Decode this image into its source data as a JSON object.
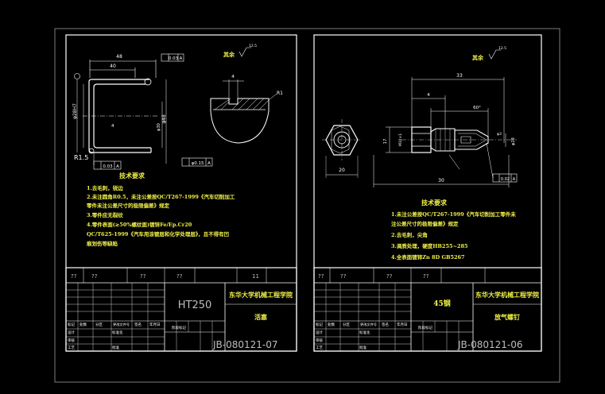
{
  "left_sheet": {
    "top_dims": {
      "overall": "48",
      "inner": "40",
      "tolerance_label": "0.03",
      "datum": "A"
    },
    "part_dims": {
      "dia_left": "φ28H7",
      "dia_right": "φ48",
      "dia_inner": "φ30",
      "thk": "4",
      "radius": "R1.5"
    },
    "bottom_tol": {
      "sym": "0.03",
      "datum": "A"
    },
    "right_tol": {
      "sym": "φ0.15",
      "datum": "A"
    },
    "surface": {
      "label": "其余",
      "value": "12.5"
    },
    "detail": {
      "radius": "R1",
      "dim": "4"
    },
    "tech_req": {
      "title": "技术要求",
      "lines": [
        "1.去毛刺，锐边",
        "2.未注圆角R0.5，未注公差按QC/T267-1999《汽车切削加工",
        "零件未注公差尺寸的极限偏差》规定",
        "3.零件应无裂纹",
        "4.零件表面(≥50%螺纹面)镀锌Fe/Ep.Cr20",
        "QC/T625-1999《汽车用涂镀层和化学处理层》，且不得有凹",
        "痕划伤等缺陷"
      ]
    },
    "title_block": {
      "header_marks": [
        "??",
        "??",
        "??",
        "??",
        "11"
      ],
      "material": "HT250",
      "company": "东华大学机械工程学院",
      "part_name": "活塞",
      "row_labels": [
        "标记",
        "处数",
        "分区",
        "更改文件号",
        "签名",
        "年月日"
      ],
      "role_labels": [
        "设计",
        "标准化",
        "审核",
        "工艺",
        "批准"
      ],
      "stage_label": "阶段标记",
      "drawing_no": "JB-080121-07"
    }
  },
  "right_sheet": {
    "surface": {
      "label": "其余",
      "value": "12.5"
    },
    "dims": {
      "overall": "33",
      "left_w": "20",
      "bottom": "30",
      "hex_h": "17",
      "thread": "M10×1",
      "d1": "4",
      "d2": "φ3",
      "dia": "φ28",
      "angle": "60°"
    },
    "tol": {
      "sym": "0.02",
      "datum": "A"
    },
    "tech_req": {
      "title": "技术要求",
      "lines": [
        "1.未注公差按QC/T267-1999《汽车切削加工零件未",
        "注公差尺寸的极限偏差》规定",
        "2.去毛刺，尖角",
        "3.调质处理，硬度HB255~285",
        "4.全表面镀锌Zn 8D GB5267"
      ]
    },
    "title_block": {
      "header_marks": [
        "??",
        "??",
        "??",
        "??"
      ],
      "material": "45钢",
      "company": "东华大学机械工程学院",
      "part_name": "放气螺钉",
      "row_labels": [
        "标记",
        "处数",
        "分区",
        "更改文件号",
        "签名",
        "年月日"
      ],
      "role_labels": [
        "设计",
        "标准化",
        "审核",
        "工艺",
        "批准"
      ],
      "stage_label": "阶段标记",
      "drawing_no": "JB-080121-06"
    }
  }
}
